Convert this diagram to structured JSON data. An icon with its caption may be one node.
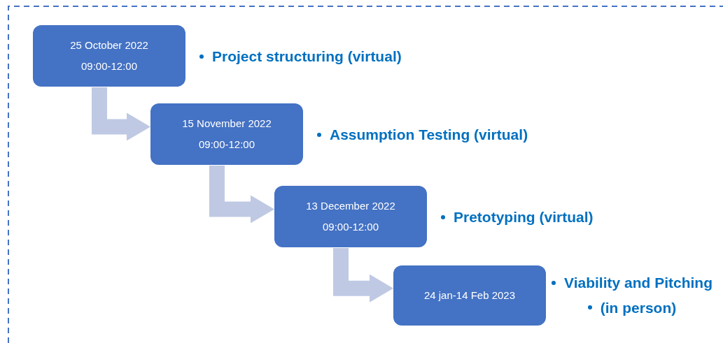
{
  "diagram": {
    "nodes": [
      {
        "text": [
          "25 October 2022",
          "09:00-12:00"
        ],
        "beside": [
          "Project structuring (virtual)"
        ]
      },
      {
        "text": [
          "15 November 2022",
          "09:00-12:00"
        ],
        "beside": [
          "Assumption Testing (virtual)"
        ]
      },
      {
        "text": [
          "13 December 2022",
          "09:00-12:00"
        ],
        "beside": [
          "Pretotyping (virtual)"
        ]
      },
      {
        "text": [
          "24 jan-14 Feb 2023"
        ],
        "beside": [
          "Viability and Pitching",
          "(in person)"
        ]
      }
    ],
    "edges": [
      {
        "from": 0,
        "to": 1,
        "arrow": "to"
      },
      {
        "from": 1,
        "to": 2,
        "arrow": "to"
      },
      {
        "from": 2,
        "to": 3,
        "arrow": "to"
      }
    ]
  }
}
